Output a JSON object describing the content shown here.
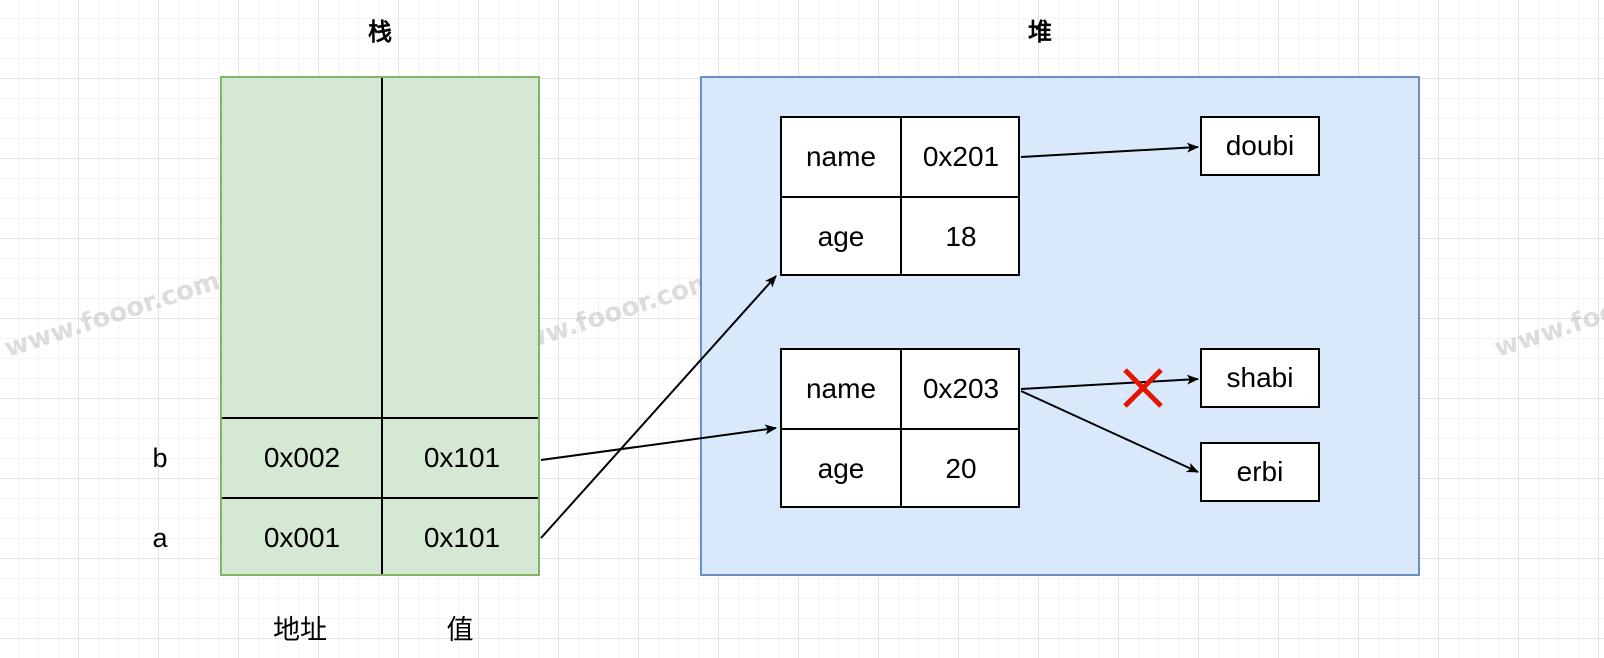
{
  "titles": {
    "stack": "栈",
    "heap": "堆"
  },
  "stack": {
    "row_labels": [
      "b",
      "a"
    ],
    "rows": [
      {
        "address": "0x002",
        "value": "0x101"
      },
      {
        "address": "0x001",
        "value": "0x101"
      }
    ],
    "column_labels": [
      "地址",
      "值"
    ]
  },
  "heap": {
    "objects": [
      {
        "fields": [
          {
            "key": "name",
            "value": "0x201"
          },
          {
            "key": "age",
            "value": "18"
          }
        ]
      },
      {
        "fields": [
          {
            "key": "name",
            "value": "0x203"
          },
          {
            "key": "age",
            "value": "20"
          }
        ]
      }
    ],
    "strings": [
      "doubi",
      "shabi",
      "erbi"
    ]
  },
  "watermark": "www.fooor.com",
  "colors": {
    "stack_fill": "#d5e8d4",
    "stack_border": "#82b366",
    "heap_fill": "#dae8fc",
    "heap_border": "#6c8ebf",
    "cross_mark": "#e51400"
  }
}
